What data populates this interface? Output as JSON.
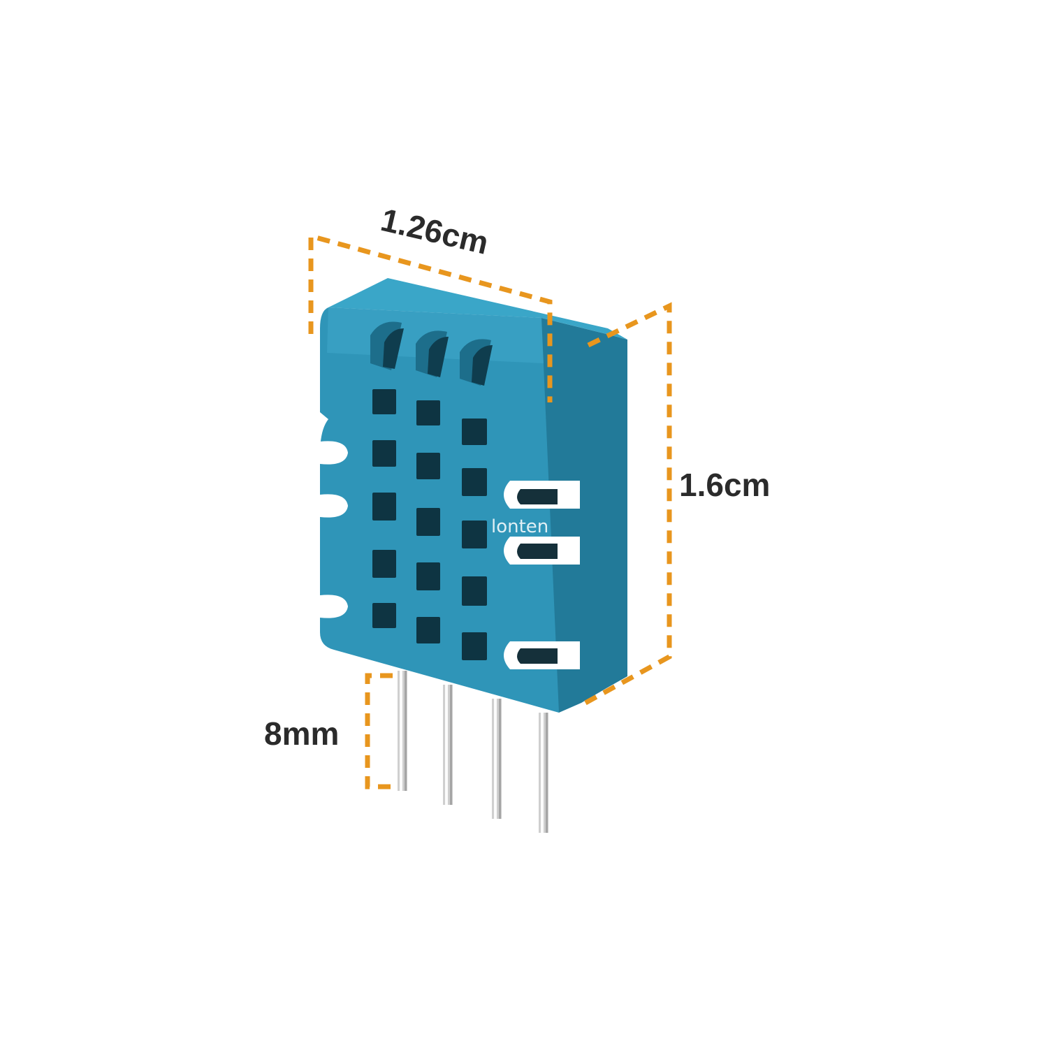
{
  "dimensions": {
    "width_label": "1.26cm",
    "height_label": "1.6cm",
    "pin_length_label": "8mm"
  },
  "watermark": "lonten",
  "colors": {
    "background": "#ffffff",
    "sensor_body": "#2f95b8",
    "sensor_side": "#227a99",
    "dimension_lines": "#e8961e",
    "label_text": "#2b2b2b",
    "pins": "#d4d4d4"
  },
  "components": {
    "sensor_body": "blue-sensor-housing",
    "pins_count": 4
  }
}
